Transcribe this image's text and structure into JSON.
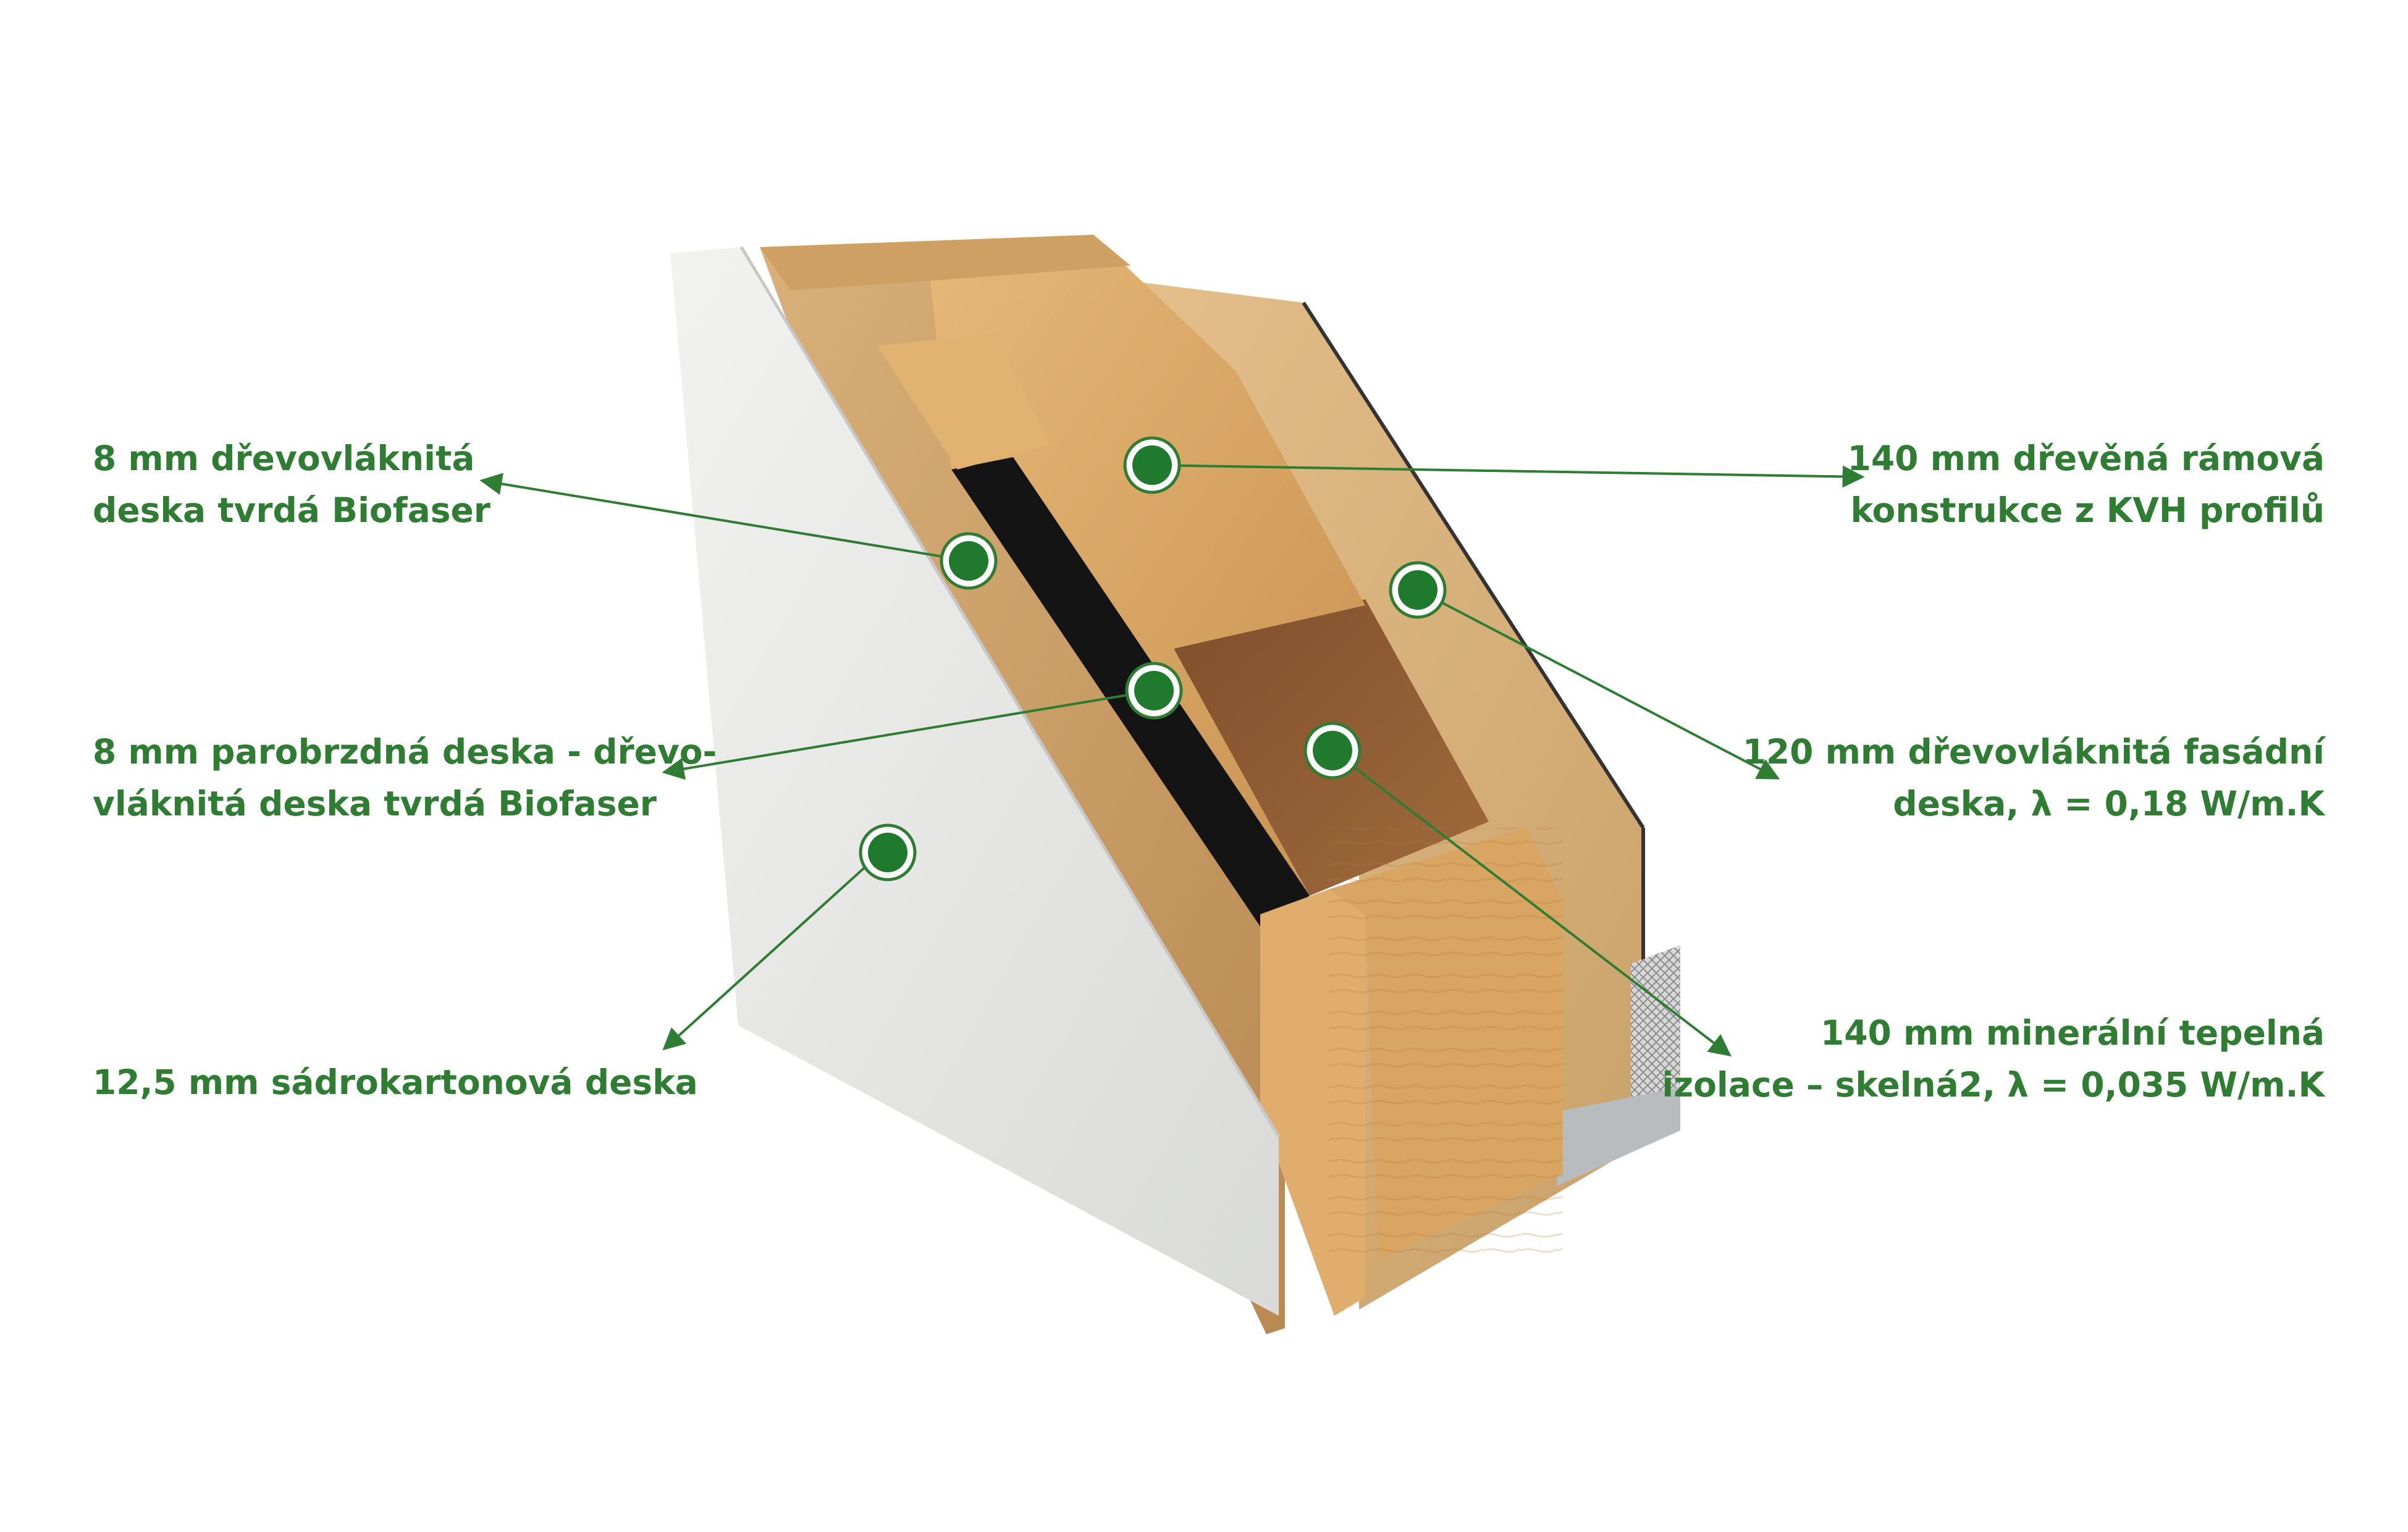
{
  "colors": {
    "accent": "#2e7d32",
    "marker_fill": "#1f7a2e",
    "drywall": "#e4e5e3",
    "fiberboard": "#c89a62",
    "timber": "#d9a868",
    "insulation": "#8a5a34",
    "cavity": "#141414"
  },
  "labels": [
    {
      "id": "fiberboard-inner",
      "side": "left",
      "lines": [
        "8 mm dřevovláknitá",
        "deska tvrdá Biofaser"
      ]
    },
    {
      "id": "vapor-board",
      "side": "left",
      "lines": [
        "8 mm parobrzdná deska - dřevo-",
        "vláknitá deska tvrdá Biofaser"
      ]
    },
    {
      "id": "drywall",
      "side": "left",
      "lines": [
        "12,5 mm sádrokartonová deska"
      ]
    },
    {
      "id": "timber-frame",
      "side": "right",
      "lines": [
        "140 mm dřevěná rámová",
        "konstrukce z KVH profilů"
      ]
    },
    {
      "id": "facade-board",
      "side": "right",
      "lines": [
        "120 mm dřevovláknitá fasádní",
        "deska, λ = 0,18 W/m.K"
      ]
    },
    {
      "id": "mineral-insulation",
      "side": "right",
      "lines": [
        "140 mm minerální tepelná",
        "izolace – skelná2, λ = 0,035 W/m.K"
      ]
    }
  ]
}
